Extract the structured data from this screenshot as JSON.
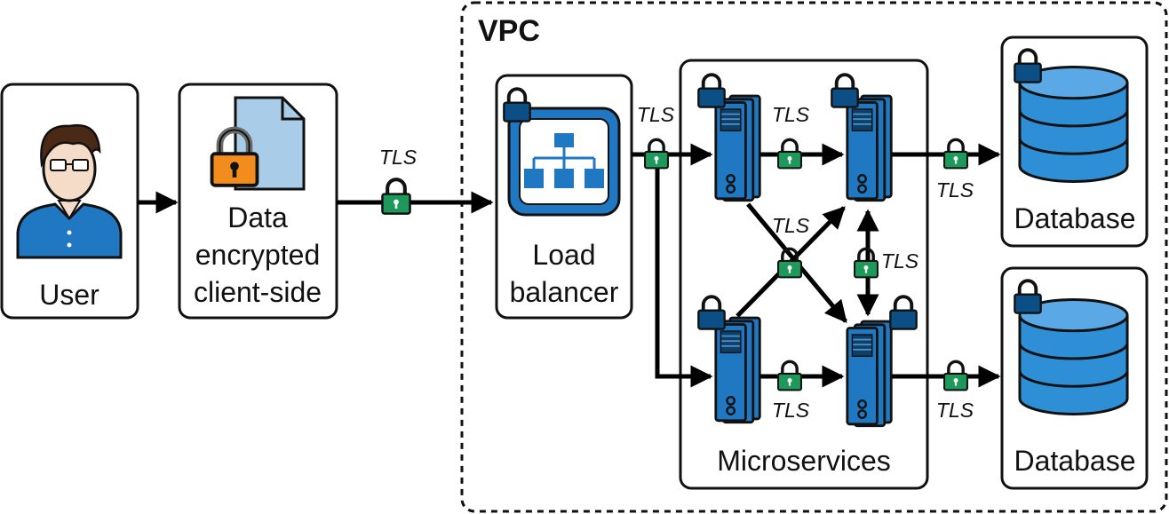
{
  "vpc": {
    "label": "VPC"
  },
  "user": {
    "label": "User"
  },
  "client": {
    "label_lines": [
      "Data",
      "encrypted",
      "client-side"
    ]
  },
  "load_balancer": {
    "label_lines": [
      "Load",
      "balancer"
    ]
  },
  "microservices": {
    "label": "Microservices"
  },
  "databases": [
    {
      "label": "Database"
    },
    {
      "label": "Database"
    }
  ],
  "connections": {
    "client_to_lb": "TLS",
    "lb_to_services": "TLS",
    "top_services": "TLS",
    "cross_services": "TLS",
    "vertical_services": "TLS",
    "bottom_services": "TLS",
    "top_to_db": "TLS",
    "bottom_to_db": "TLS"
  },
  "colors": {
    "server_blue": "#1f78c1",
    "server_dark": "#0f3f66",
    "lock_green": "#1d9a5a",
    "lock_navy": "#0b4f86",
    "lock_orange": "#f28c1d",
    "document_blue": "#a9cde8",
    "db_blue": "#2f8fd6"
  },
  "icons": [
    "user-icon",
    "document-icon",
    "padlock-icon",
    "load-balancer-icon",
    "server-icon",
    "database-icon"
  ]
}
